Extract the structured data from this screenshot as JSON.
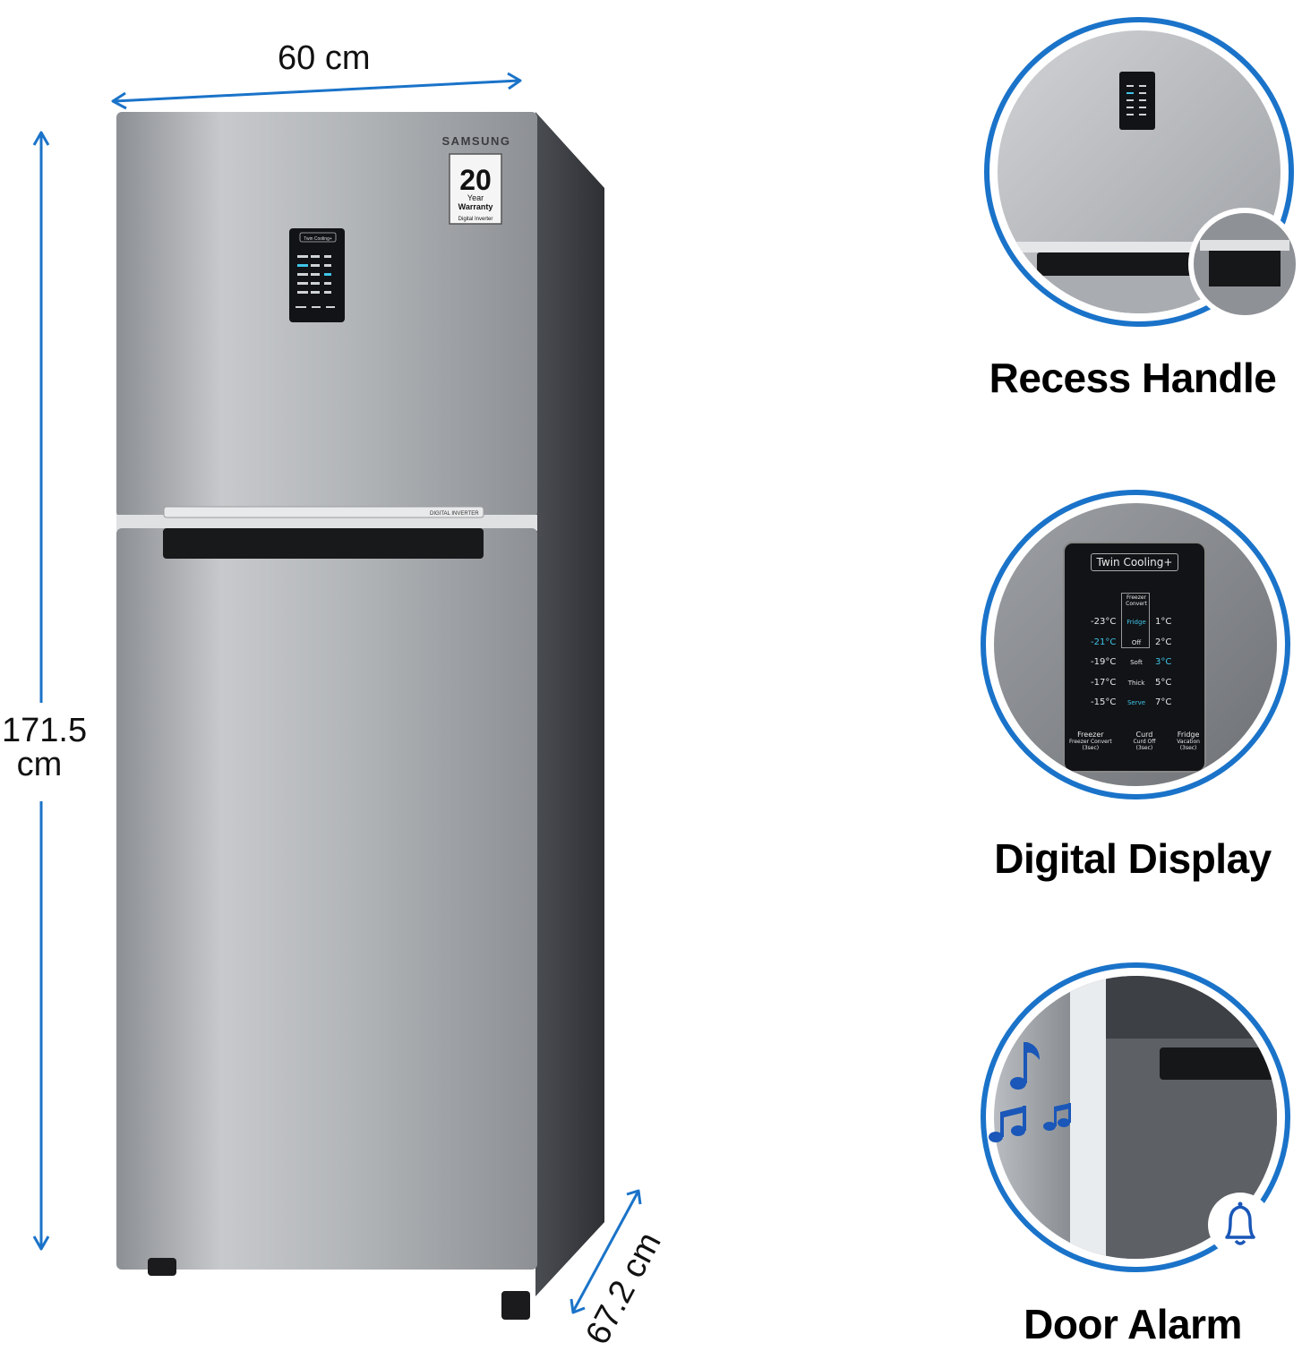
{
  "product": {
    "brand": "SAMSUNG",
    "badge": {
      "number": "20",
      "line1": "Year",
      "line2": "Warranty",
      "line3": "Digital Inverter"
    },
    "display_header": "Twin Cooling+",
    "divider_badge": "DIGITAL INVERTER"
  },
  "dimensions": {
    "width": "60 cm",
    "height_value": "171.5",
    "height_unit": "cm",
    "depth": "67.2 cm"
  },
  "features": [
    {
      "title": "Recess Handle",
      "icon": "recess-handle-photo"
    },
    {
      "title": "Digital Display",
      "icon": "digital-display-photo"
    },
    {
      "title": "Door Alarm",
      "icon": "bell-icon"
    }
  ],
  "display_panel": {
    "header": "Twin Cooling+",
    "column_header": "Freezer Convert",
    "freezer_temps": [
      "-23°C",
      "-21°C",
      "-19°C",
      "-17°C",
      "-15°C"
    ],
    "modes": [
      "Fridge",
      "Off",
      "Soft",
      "Thick",
      "Serve"
    ],
    "fridge_temps": [
      "1°C",
      "2°C",
      "3°C",
      "5°C",
      "7°C"
    ],
    "buttons": [
      {
        "label": "Freezer",
        "sub": "Freezer Convert",
        "time": "(3sec)"
      },
      {
        "label": "Curd",
        "sub": "Curd Off",
        "time": "(3sec)"
      },
      {
        "label": "Fridge",
        "sub": "Vacation",
        "time": "(3sec)"
      }
    ]
  },
  "colors": {
    "accent_blue": "#1a73c9",
    "steel_light": "#c9cbcd",
    "steel_dark": "#6b6e72",
    "display_bg": "#111316",
    "highlight_cyan": "#3fc4e8"
  }
}
